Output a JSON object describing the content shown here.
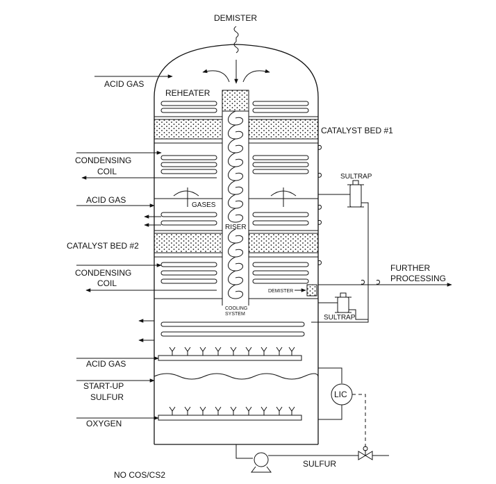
{
  "labels": {
    "demister_top": "DEMISTER",
    "acid_gas_1": "ACID GAS",
    "reheater": "REHEATER",
    "catalyst_bed_1": "CATALYST BED #1",
    "condensing_coil_1_line1": "CONDENSING",
    "condensing_coil_1_line2": "COIL",
    "sultrap_1": "SULTRAP",
    "acid_gas_2": "ACID GAS",
    "gases": "GASES",
    "riser": "RISER",
    "catalyst_bed_2": "CATALYST BED #2",
    "condensing_coil_2_line1": "CONDENSING",
    "condensing_coil_2_line2": "COIL",
    "further_processing_line1": "FURTHER",
    "further_processing_line2": "PROCESSING",
    "demister_side": "DEMISTER",
    "cooling_system_line1": "COOLING",
    "cooling_system_line2": "SYSTEM",
    "sultrap_2": "SULTRAP",
    "acid_gas_3": "ACID GAS",
    "startup_sulfur_line1": "START-UP",
    "startup_sulfur_line2": "SULFUR",
    "lic": "LIC",
    "oxygen": "OXYGEN",
    "sulfur_out": "SULFUR",
    "no_cos_cs2": "NO COS/CS2"
  }
}
